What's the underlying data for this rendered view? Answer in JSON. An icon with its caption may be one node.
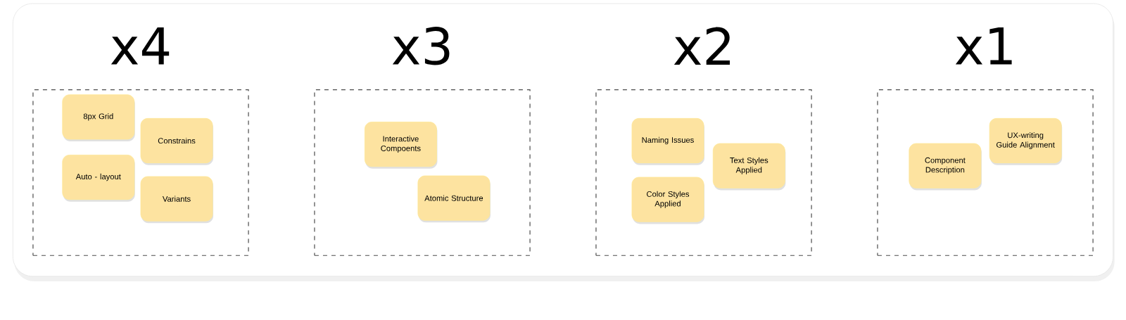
{
  "diagram": {
    "nodes": [
      {
        "text": [
          "x4"
        ]
      },
      {
        "text": [
          "8px Grid"
        ],
        "in": 0
      },
      {
        "text": [
          "Constrains"
        ],
        "in": 0
      },
      {
        "text": [
          "Auto - layout"
        ],
        "in": 0
      },
      {
        "text": [
          "Variants"
        ],
        "in": 0
      },
      {
        "text": [
          "x3"
        ]
      },
      {
        "text": [
          "Interactive Compoents"
        ],
        "in": 5
      },
      {
        "text": [
          "Atomic Structure"
        ],
        "in": 5
      },
      {
        "text": [
          "x2"
        ]
      },
      {
        "text": [
          "Naming Issues"
        ],
        "in": 8
      },
      {
        "text": [
          "Text Styles Applied"
        ],
        "in": 8
      },
      {
        "text": [
          "Color Styles Applied"
        ],
        "in": 8
      },
      {
        "text": [
          "x1"
        ]
      },
      {
        "text": [
          "UX-writing Guide Alignment"
        ],
        "in": 12
      },
      {
        "text": [
          "Component Description"
        ],
        "in": 12
      }
    ]
  }
}
